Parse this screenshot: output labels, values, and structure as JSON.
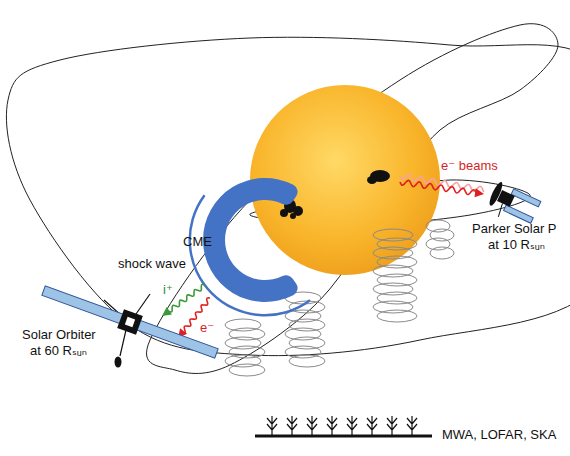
{
  "diagram": {
    "nodes": [
      {
        "text": [
          "CME"
        ]
      },
      {
        "text": [
          "Solar Orbiter",
          "at 60 Rₛᵤₙ"
        ]
      },
      {
        "text": [
          "Parker Solar P",
          "at 10 Rₛᵤₙ"
        ]
      }
    ],
    "labels": [
      "shock wave",
      "i⁺",
      "e⁻",
      "e⁻ beams",
      "MWA, LOFAR, SKA"
    ]
  }
}
